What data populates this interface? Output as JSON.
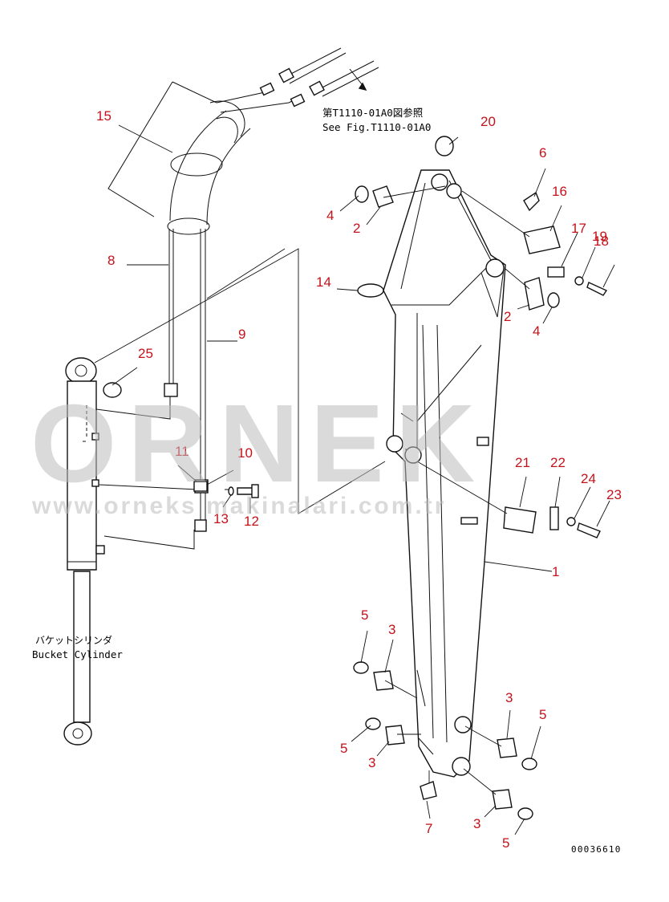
{
  "reference_note": {
    "line1": "第T1110-01A0図参照",
    "line2": "See Fig.T1110-01A0"
  },
  "cylinder_label": {
    "jp": "バケットシリンダ",
    "en": "Bucket Cylinder"
  },
  "drawing_number": "00036610",
  "watermark": {
    "brand": "ORNEK",
    "url": "www.orneks makinalari.com.tr"
  },
  "callouts": {
    "c1": "1",
    "c2a": "2",
    "c2b": "2",
    "c3a": "3",
    "c3b": "3",
    "c3c": "3",
    "c3d": "3",
    "c4a": "4",
    "c4b": "4",
    "c5a": "5",
    "c5b": "5",
    "c5c": "5",
    "c5d": "5",
    "c6": "6",
    "c7": "7",
    "c8": "8",
    "c9": "9",
    "c10": "10",
    "c11": "11",
    "c12": "12",
    "c13": "13",
    "c14": "14",
    "c15": "15",
    "c16": "16",
    "c17": "17",
    "c18": "18",
    "c19": "19",
    "c20": "20",
    "c21": "21",
    "c22": "22",
    "c23": "23",
    "c24": "24",
    "c25": "25"
  },
  "colors": {
    "callout": "#c4121b",
    "line": "#111111",
    "watermark": "#bdbdbd"
  }
}
